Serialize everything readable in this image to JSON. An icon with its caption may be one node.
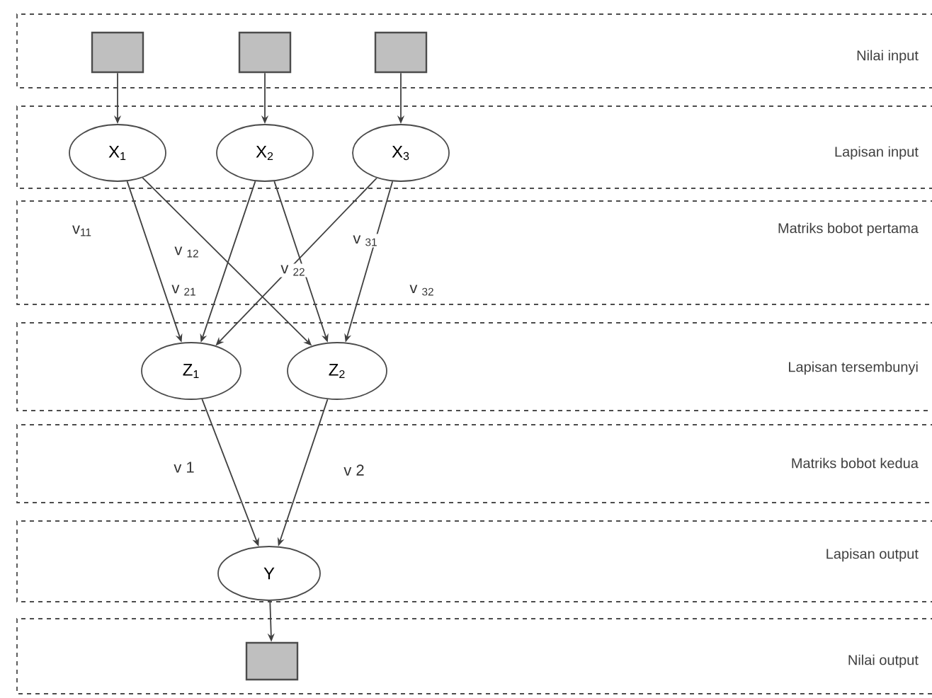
{
  "diagram": {
    "nodes": [
      {
        "text": [],
        "shape": "box"
      },
      {
        "text": [],
        "shape": "box"
      },
      {
        "text": [],
        "shape": "box"
      },
      {
        "text": [
          "X$_{1}$"
        ]
      },
      {
        "text": [
          "X$_{2}$"
        ]
      },
      {
        "text": [
          "X$_{3}$"
        ]
      },
      {
        "text": [
          "Z$_{1}$"
        ]
      },
      {
        "text": [
          "Z$_{2}$"
        ]
      },
      {
        "text": [
          "Y"
        ]
      },
      {
        "text": [],
        "shape": "box"
      }
    ],
    "edges": [
      {
        "from": 0,
        "to": 3,
        "arrow": "to"
      },
      {
        "from": 1,
        "to": 4,
        "arrow": "to"
      },
      {
        "from": 2,
        "to": 5,
        "arrow": "to"
      },
      {
        "from": 3,
        "to": 6,
        "arrow": "to",
        "label": "v$_{11}$"
      },
      {
        "from": 3,
        "to": 7,
        "arrow": "to",
        "label": "v $_{12}$"
      },
      {
        "from": 4,
        "to": 6,
        "arrow": "to",
        "label": "v $_{21}$"
      },
      {
        "from": 4,
        "to": 7,
        "arrow": "to",
        "label": "v $_{22}$"
      },
      {
        "from": 5,
        "to": 6,
        "arrow": "to",
        "label": "v $_{31}$"
      },
      {
        "from": 5,
        "to": 7,
        "arrow": "to",
        "label": "v $_{32}$"
      },
      {
        "from": 6,
        "to": 8,
        "arrow": "to",
        "label": "v 1"
      },
      {
        "from": 7,
        "to": 8,
        "arrow": "to",
        "label": "v 2"
      },
      {
        "from": 8,
        "to": 9,
        "arrow": "to"
      }
    ],
    "labels": [
      "Nilai input",
      "Lapisan input",
      "Matriks bobot pertama",
      "Lapisan tersembunyi",
      "Matriks bobot kedua",
      "Lapisan output",
      "Nilai output"
    ]
  }
}
